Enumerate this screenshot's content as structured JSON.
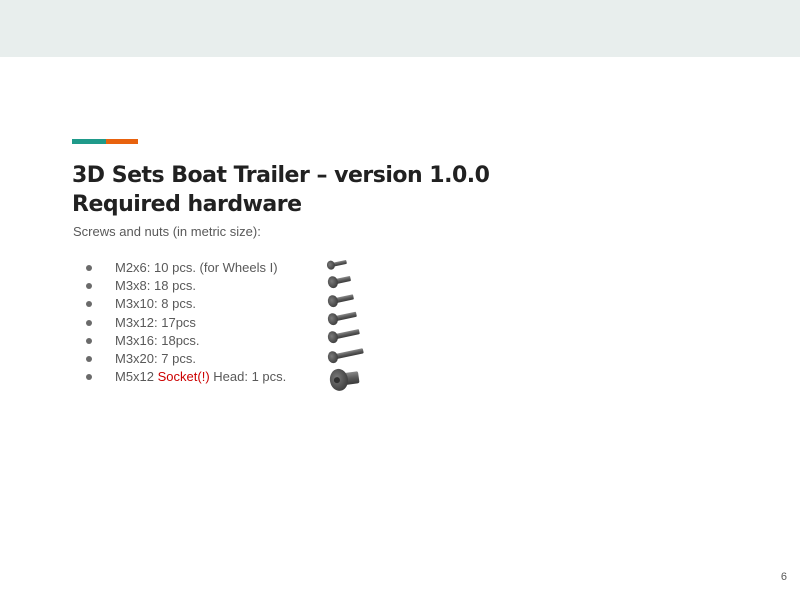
{
  "slide": {
    "page_number": "6",
    "colors": {
      "header_band": "#e8eeed",
      "accent_teal": "#1f9a8a",
      "accent_orange": "#e8620e",
      "highlight_red": "#cc0000"
    },
    "title_line1": "3D Sets Boat Trailer – version 1.0.0",
    "title_line2": "Required hardware",
    "subtitle": "Screws and nuts (in metric size):",
    "items": [
      {
        "text": "M2x6: 10 pcs. (for Wheels I)",
        "icon": "screw-m2x6-icon"
      },
      {
        "text": "M3x8: 18 pcs.",
        "icon": "screw-m3x8-icon"
      },
      {
        "text": "M3x10: 8 pcs.",
        "icon": "screw-m3x10-icon"
      },
      {
        "text": "M3x12: 17pcs",
        "icon": "screw-m3x12-icon"
      },
      {
        "text": "M3x16: 18pcs.",
        "icon": "screw-m3x16-icon"
      },
      {
        "text": "M3x20: 7 pcs.",
        "icon": "screw-m3x20-icon"
      },
      {
        "text_before": "M5x12 ",
        "text_highlight": "Socket(!)",
        "text_after": " Head: 1 pcs.",
        "icon": "socket-head-screw-m5x12-icon"
      }
    ]
  }
}
